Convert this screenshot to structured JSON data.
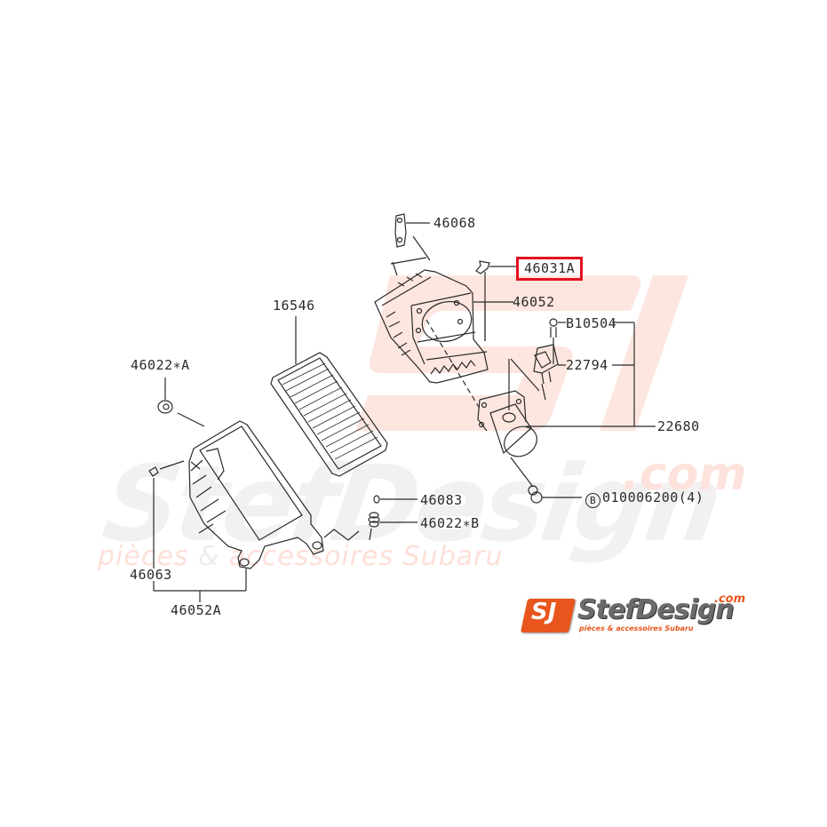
{
  "diagram": {
    "type": "exploded parts diagram",
    "subject": "Air intake / air cleaner assembly",
    "highlighted_part": "46031A",
    "highlight_color": "#e3101e",
    "background_color": "#ffffff",
    "line_color": "#2a2a2a"
  },
  "watermark": {
    "brand": "StefDesign",
    "domain": ".com",
    "tagline_part1": "pièces",
    "tagline_amp": "&",
    "tagline_part2": "accessoires Subaru",
    "brand_color": "#e8561d",
    "watermark_red": "#fde0d8",
    "watermark_grey": "#f1f1f1"
  },
  "logo": {
    "badge_text": "SJ",
    "name": "StefDesign",
    "domain": ".com",
    "tagline": "pièces & accessoires Subaru",
    "badge_color": "#e8561d",
    "name_color": "#6b6b6b"
  },
  "parts": [
    {
      "id": "p46068",
      "number": "46068",
      "description": "bracket"
    },
    {
      "id": "p46031A",
      "number": "46031A",
      "description": "clip",
      "highlighted": true
    },
    {
      "id": "p46052",
      "number": "46052",
      "description": "air cleaner upper case"
    },
    {
      "id": "p16546",
      "number": "16546",
      "description": "air filter element"
    },
    {
      "id": "pB10504",
      "number": "B10504",
      "description": "bolt"
    },
    {
      "id": "p22794",
      "number": "22794",
      "description": "sensor"
    },
    {
      "id": "p22680",
      "number": "22680",
      "description": "mass air flow meter assembly"
    },
    {
      "id": "p46022A",
      "number": "46022∗A",
      "description": "cushion"
    },
    {
      "id": "p46083",
      "number": "46083",
      "description": "collar"
    },
    {
      "id": "p46022B",
      "number": "46022∗B",
      "description": "cushion"
    },
    {
      "id": "p46063",
      "number": "46063",
      "description": "clip"
    },
    {
      "id": "p46052A",
      "number": "46052A",
      "description": "air cleaner lower case"
    },
    {
      "id": "p010006200",
      "prefix": "B",
      "number": "010006200",
      "qty": "(4)",
      "description": "screw"
    }
  ]
}
